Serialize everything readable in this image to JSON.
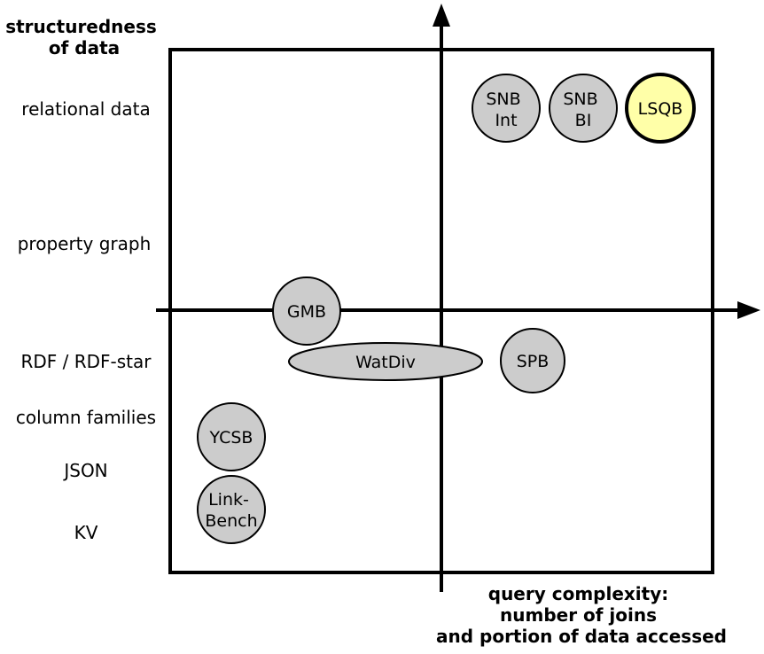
{
  "y_axis": {
    "title_lines": [
      "structuredness",
      "of data"
    ],
    "categories": [
      "relational data",
      "property graph",
      "RDF / RDF-star",
      "column families",
      "JSON",
      "KV"
    ]
  },
  "x_axis": {
    "title_lines": [
      "query complexity:",
      "number of joins",
      "and portion of data accessed"
    ]
  },
  "benchmarks": [
    {
      "id": "snb-int",
      "lines": [
        "SNB",
        "Int"
      ],
      "fill": "#cccccc",
      "highlight": false
    },
    {
      "id": "snb-bi",
      "lines": [
        "SNB",
        "BI"
      ],
      "fill": "#cccccc",
      "highlight": false
    },
    {
      "id": "lsqb",
      "lines": [
        "LSQB"
      ],
      "fill": "#ffffa8",
      "highlight": true
    },
    {
      "id": "gmb",
      "lines": [
        "GMB"
      ],
      "fill": "#cccccc",
      "highlight": false
    },
    {
      "id": "watdiv",
      "lines": [
        "WatDiv"
      ],
      "fill": "#cccccc",
      "highlight": false
    },
    {
      "id": "spb",
      "lines": [
        "SPB"
      ],
      "fill": "#cccccc",
      "highlight": false
    },
    {
      "id": "ycsb",
      "lines": [
        "YCSB"
      ],
      "fill": "#cccccc",
      "highlight": false
    },
    {
      "id": "linkbench",
      "lines": [
        "Link-",
        "Bench"
      ],
      "fill": "#cccccc",
      "highlight": false
    }
  ]
}
